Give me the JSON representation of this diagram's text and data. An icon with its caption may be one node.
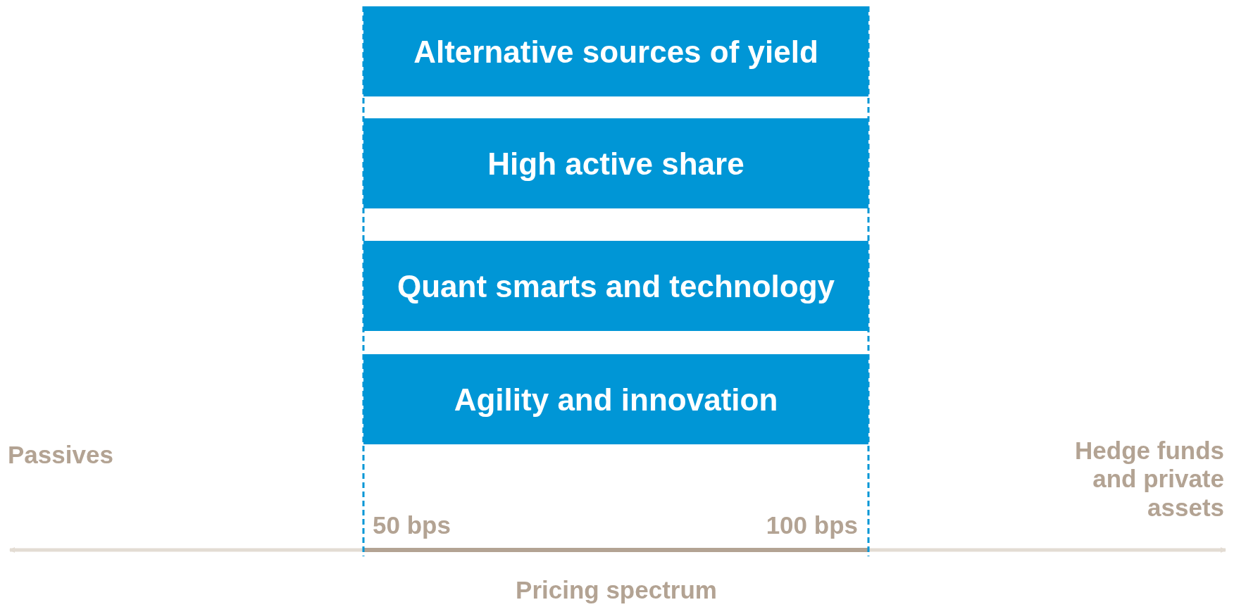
{
  "diagram": {
    "nodes": [
      {
        "text": [
          "Alternative sources of yield"
        ]
      },
      {
        "text": [
          "High active share"
        ]
      },
      {
        "text": [
          "Quant smarts and technology"
        ]
      },
      {
        "text": [
          "Agility and innovation"
        ]
      }
    ],
    "labels": [
      "Passives",
      "Hedge funds and private assets",
      "50 bps",
      "100 bps",
      "Pricing spectrum"
    ]
  }
}
